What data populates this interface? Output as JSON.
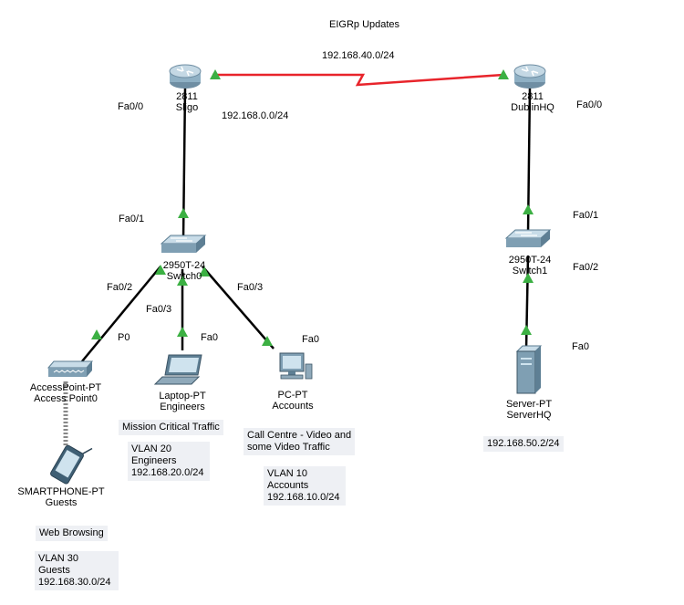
{
  "title": "EIGRp Updates",
  "wan_link": {
    "network": "192.168.40.0/24",
    "color": "#e8242b"
  },
  "lan_network_label": "192.168.0.0/24",
  "devices": {
    "sligo": {
      "model": "2811",
      "name": "Sligo"
    },
    "dublin": {
      "model": "2811",
      "name": "DublinHQ"
    },
    "switch0": {
      "model": "2950T-24",
      "name": "Switch0"
    },
    "switch1": {
      "model": "2950T-24",
      "name": "Switch1"
    },
    "access_point": {
      "model": "AccessPoint-PT",
      "name": "Access Point0"
    },
    "smartphone": {
      "model": "SMARTPHONE-PT",
      "name": "Guests"
    },
    "laptop": {
      "model": "Laptop-PT",
      "name": "Engineers"
    },
    "pc": {
      "model": "PC-PT",
      "name": "Accounts"
    },
    "server": {
      "model": "Server-PT",
      "name": "ServerHQ"
    }
  },
  "ports": {
    "sligo_fa00": "Fa0/0",
    "switch0_fa01": "Fa0/1",
    "switch0_fa02": "Fa0/2",
    "switch0_fa03_left": "Fa0/3",
    "switch0_fa03_right": "Fa0/3",
    "ap_p0": "P0",
    "laptop_fa0": "Fa0",
    "pc_fa0": "Fa0",
    "dublin_fa00": "Fa0/0",
    "switch1_fa01": "Fa0/1",
    "switch1_fa02": "Fa0/2",
    "server_fa0": "Fa0"
  },
  "notes": {
    "mission_critical": "Mission Critical Traffic",
    "vlan20": "VLAN 20\nEngineers\n192.168.20.0/24",
    "call_centre": "Call Centre - Video and\nsome Video Traffic",
    "vlan10": "VLAN 10\nAccounts\n192.168.10.0/24",
    "web_browsing": "Web Browsing",
    "vlan30": "VLAN 30\nGuests\n192.168.30.0/24",
    "server_ip": "192.168.50.2/24"
  },
  "colors": {
    "link": "#000000",
    "port_up": "#3cb043",
    "wireless": "#888888",
    "note_bg": "#eef0f4"
  }
}
